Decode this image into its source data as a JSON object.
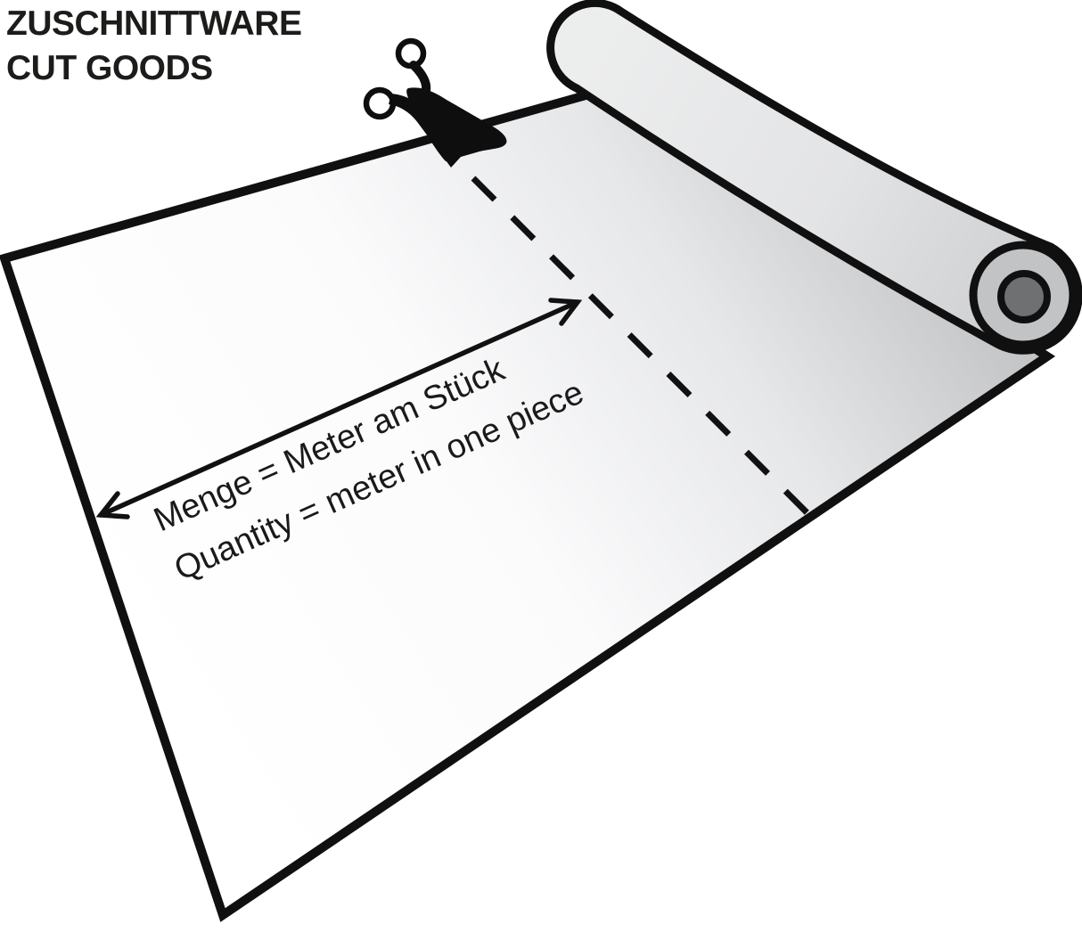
{
  "title": {
    "line1": "ZUSCHNITTWARE",
    "line2": "CUT GOODS"
  },
  "labels": {
    "measure_de": "Menge = Meter am Stück",
    "measure_en": "Quantity = meter in one piece"
  },
  "icons": {
    "scissors": "scissors-icon",
    "cut_line": "dashed-cut-line",
    "measure_arrow": "double-headed-arrow"
  },
  "colors": {
    "outline": "#101010",
    "text": "#1c1c1a",
    "sheet_light": "#ffffff",
    "sheet_shaded": "#c2c3c5",
    "roll_body_light": "#eceded",
    "roll_body_dark": "#cfd0d2",
    "roll_end_ring": "#c2c3c5",
    "roll_core": "#6f7072"
  }
}
